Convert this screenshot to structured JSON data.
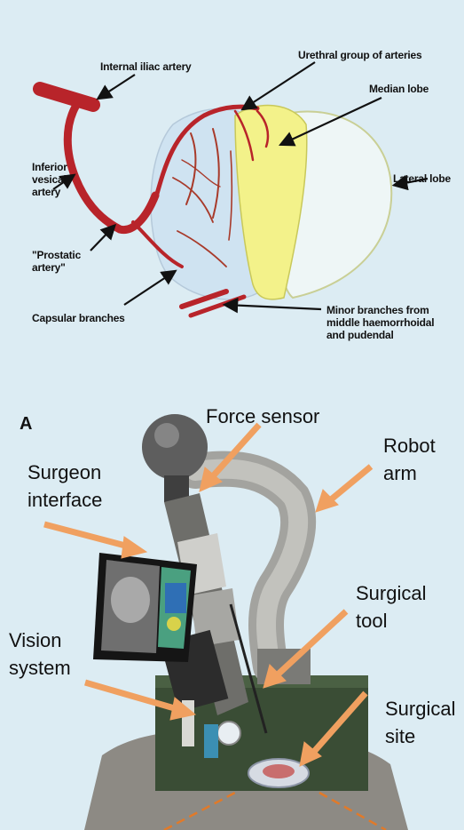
{
  "anatomy": {
    "labels": {
      "internal_iliac": "Internal iliac artery",
      "urethral": "Urethral group of arteries",
      "median_lobe": "Median lobe",
      "lateral_lobe": "Lateral lobe",
      "inferior_vesical": "Inferior\nvesical\nartery",
      "prostatic": "\"Prostatic\nartery\"",
      "capsular": "Capsular branches",
      "minor_branches": "Minor branches from\nmiddle haemorrhoidal\nand pudendal"
    }
  },
  "robot": {
    "panel_letter": "A",
    "labels": {
      "force_sensor": "Force sensor",
      "robot_arm": "Robot\narm",
      "surgeon_interface": "Surgeon\ninterface",
      "surgical_tool": "Surgical\ntool",
      "vision_system": "Vision\nsystem",
      "surgical_site": "Surgical\nsite"
    }
  },
  "colors": {
    "background": "#dcecf3",
    "artery": "#b8242a",
    "median_lobe": "#f3f28a",
    "arrow_orange": "#f0a060",
    "robot_grey": "#9a9a96"
  }
}
